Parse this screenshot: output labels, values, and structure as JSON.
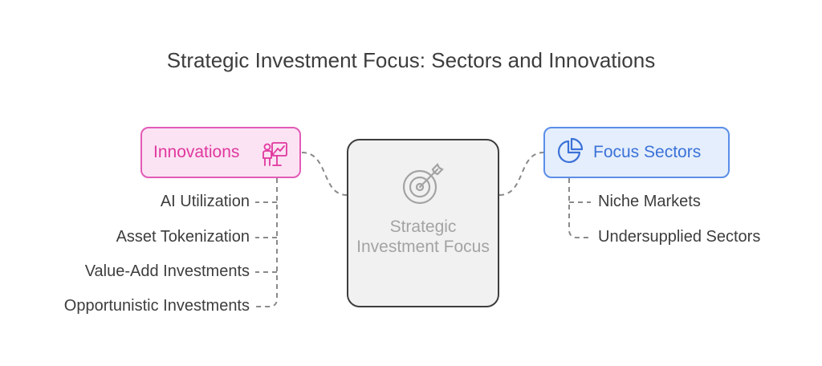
{
  "title": "Strategic Investment Focus: Sectors and Innovations",
  "center": {
    "label": "Strategic Investment Focus",
    "icon": "target-icon"
  },
  "innovations": {
    "label": "Innovations",
    "icon": "presenter-chart-icon",
    "color": "#e35bb7",
    "items": [
      "AI Utilization",
      "Asset Tokenization",
      "Value-Add Investments",
      "Opportunistic Investments"
    ]
  },
  "focus_sectors": {
    "label": "Focus Sectors",
    "icon": "pie-chart-icon",
    "color": "#5b8ee8",
    "items": [
      "Niche Markets",
      "Undersupplied Sectors"
    ]
  }
}
